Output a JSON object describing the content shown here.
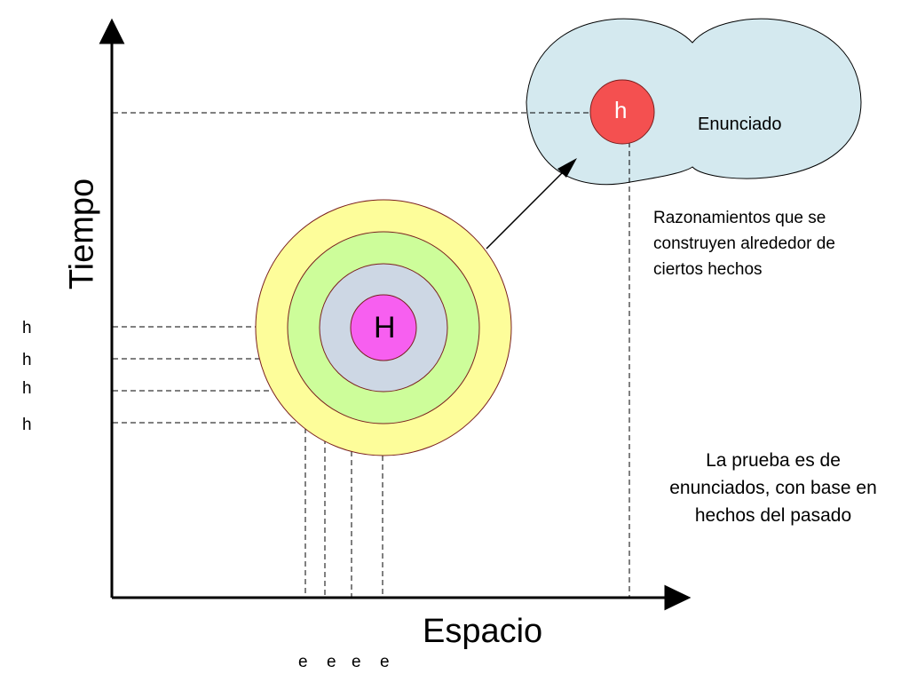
{
  "axes": {
    "y_label": "Tiempo",
    "x_label": "Espacio"
  },
  "y_ticks": [
    "h",
    "h",
    "h",
    "h"
  ],
  "x_ticks": [
    "e",
    "e",
    "e",
    "e"
  ],
  "circles": {
    "center_label": "H",
    "colors": [
      "#fdfd9a",
      "#cdfd9a",
      "#cdd7e4",
      "#f75ff0"
    ],
    "outline": "#7a1f1f"
  },
  "cloud": {
    "color": "#d4e9ef",
    "node_label": "h",
    "node_color": "#f45050",
    "title": "Enunciado"
  },
  "notes": {
    "reasoning": "Razonamientos que se construyen alrededor de ciertos hechos",
    "proof": "La prueba es de enunciados, con base en hechos del pasado"
  }
}
